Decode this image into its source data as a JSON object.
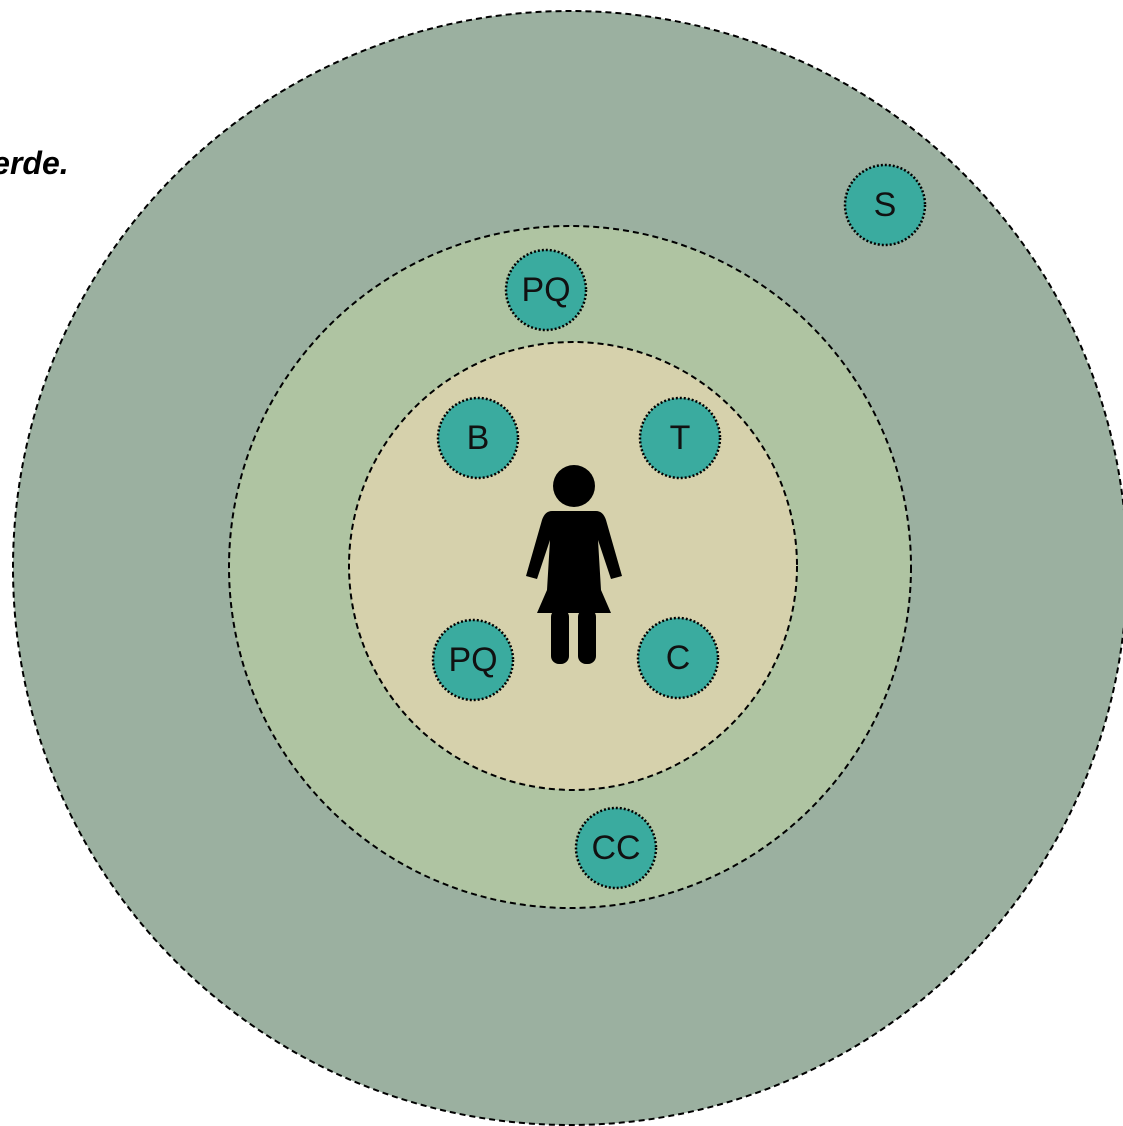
{
  "caption": "Verde.",
  "colors": {
    "outer_ring": "#9bb0a0",
    "middle_ring": "#afc4a2",
    "inner_ring": "#d6d1ac",
    "node_fill": "#3aab9f",
    "ring_stroke": "#000000",
    "figure": "#000000"
  },
  "center_icon": "person-woman-icon",
  "rings": [
    {
      "name": "outer",
      "label": ""
    },
    {
      "name": "middle",
      "label": ""
    },
    {
      "name": "inner",
      "label": ""
    }
  ],
  "nodes": [
    {
      "label": "S",
      "ring": "outer"
    },
    {
      "label": "PQ",
      "ring": "middle"
    },
    {
      "label": "B",
      "ring": "inner"
    },
    {
      "label": "T",
      "ring": "inner"
    },
    {
      "label": "PQ",
      "ring": "inner"
    },
    {
      "label": "C",
      "ring": "inner"
    },
    {
      "label": "CC",
      "ring": "middle"
    }
  ]
}
